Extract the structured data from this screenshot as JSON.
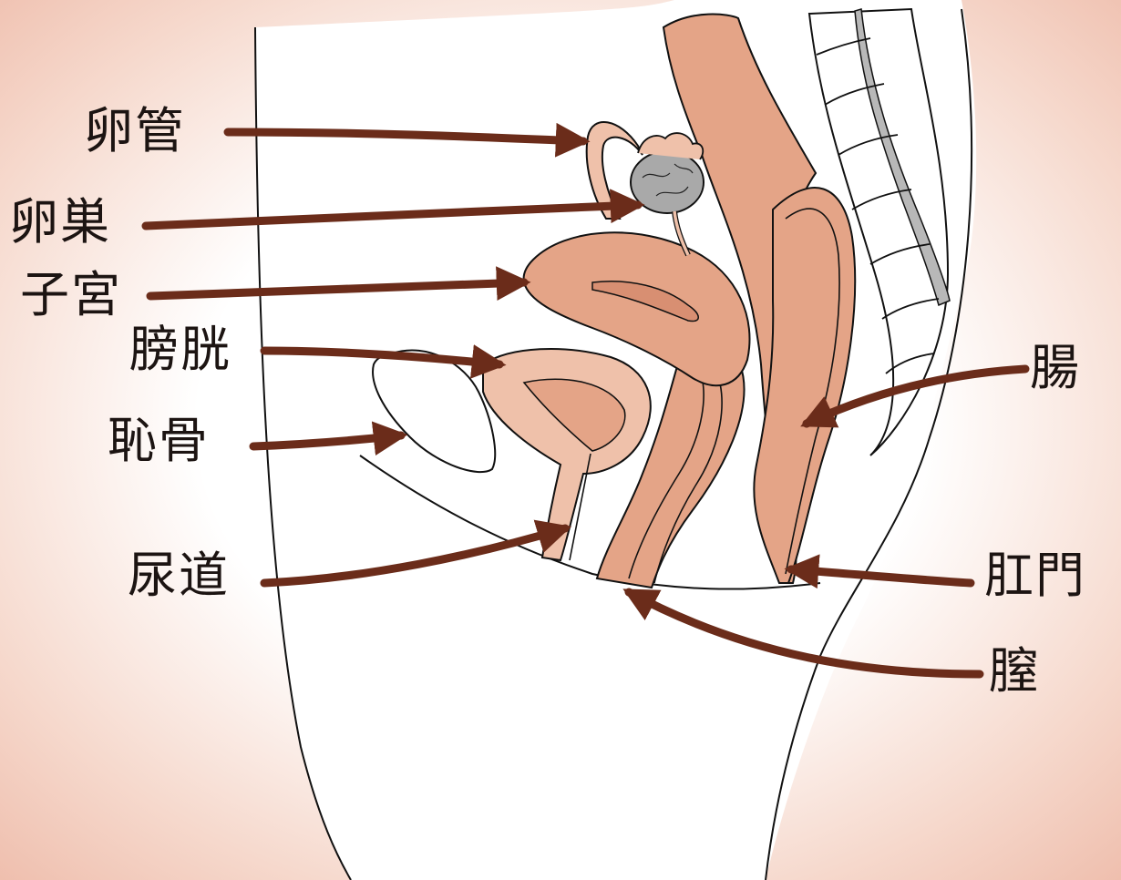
{
  "colors": {
    "background_glow": "#f2c4b4",
    "organ_fill": "#e4a487",
    "organ_fill_light": "#efc1aa",
    "organ_fill_dark": "#d88f72",
    "ovary_fill": "#a9a9a9",
    "spine_fill": "#b8b8b8",
    "arrow_color": "#6b2c1a",
    "outline": "#111111"
  },
  "labels": {
    "oviduct": "卵管",
    "ovary": "卵巣",
    "uterus": "子宮",
    "bladder": "膀胱",
    "pubic_bone": "恥骨",
    "urethra": "尿道",
    "intestine": "腸",
    "anus": "肛門",
    "vagina": "膣"
  }
}
